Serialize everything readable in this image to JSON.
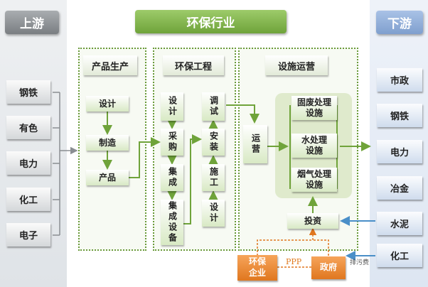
{
  "headers": {
    "upstream": "上游",
    "industry": "环保行业",
    "downstream": "下游"
  },
  "upstream_items": [
    "钢铁",
    "有色",
    "电力",
    "化工",
    "电子"
  ],
  "downstream_items": [
    "市政",
    "钢铁",
    "电力",
    "冶金",
    "水泥",
    "化工"
  ],
  "product_section": {
    "title": "产品生产",
    "steps": [
      "设计",
      "制造",
      "产品"
    ]
  },
  "engineering_section": {
    "title": "环保工程",
    "col1": [
      "设计",
      "采购",
      "集成",
      "集成设备"
    ],
    "col2": [
      "调试",
      "安装",
      "施工",
      "设计"
    ]
  },
  "operation_section": {
    "title": "设施运营",
    "operate": "运营",
    "facilities": [
      "固废处理设施",
      "水处理设施",
      "烟气处理设施"
    ],
    "invest": "投资"
  },
  "bottom": {
    "enterprise": "环保企业",
    "ppp": "PPP",
    "government": "政府",
    "fee": "排污费"
  },
  "colors": {
    "green": "#6fa33a",
    "orange": "#e0771f",
    "blue": "#4a8fc8",
    "gray": "#8a8e92"
  }
}
